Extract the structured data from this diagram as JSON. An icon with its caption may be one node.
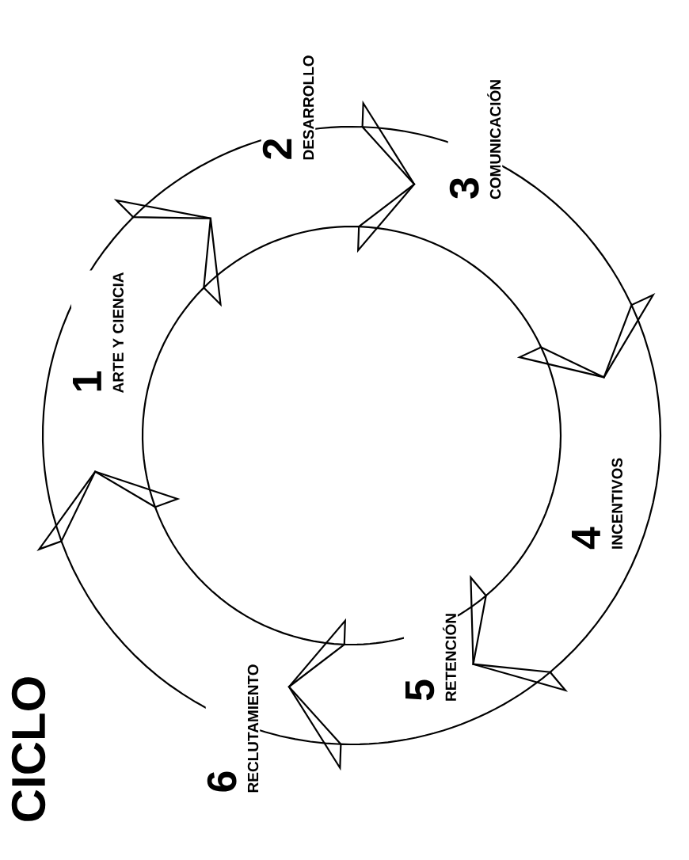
{
  "diagram": {
    "title": "CICLO",
    "nodes": [
      {
        "text": [
          "1",
          "ARTE Y CIENCIA"
        ]
      },
      {
        "text": [
          "2",
          "DESARROLLO"
        ]
      },
      {
        "text": [
          "3",
          "COMUNICACIÓN"
        ]
      },
      {
        "text": [
          "4",
          "INCENTIVOS"
        ]
      },
      {
        "text": [
          "5",
          "RETENCIÓN"
        ]
      },
      {
        "text": [
          "6",
          "RECLUTAMIENTO"
        ]
      }
    ]
  }
}
